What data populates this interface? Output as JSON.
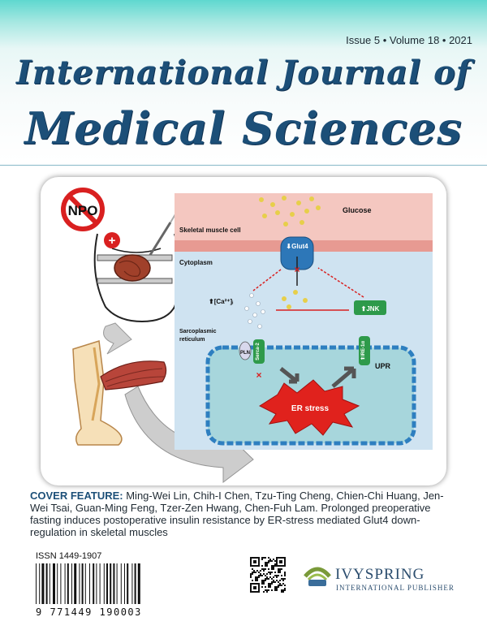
{
  "header": {
    "issue_info": "Issue 5 • Volume 18 • 2021",
    "title_line1": "International Journal of",
    "title_line2": "Medical Sciences"
  },
  "figure": {
    "npo_sign": "NPO",
    "glucose": "Glucose",
    "skeletal_muscle_cell": "Skeletal muscle cell",
    "glut4": "⬇Glut4",
    "cytoplasm": "Cytoplasm",
    "calcium": "⬆[Ca²⁺]ᵢ",
    "jnk": "⬆JNK",
    "sarcoplasmic": "Sarcoplasmic",
    "reticulum": "reticulum",
    "pln": "PLN",
    "serca": "Serca-2",
    "ire": "⬆IRE-1α",
    "upr": "UPR",
    "er_stress": "ER stress"
  },
  "cover_feature": {
    "label": "COVER FEATURE:",
    "text": " Ming-Wei Lin, Chih-I Chen, Tzu-Ting Cheng, Chien-Chi Huang, Jen-Wei Tsai, Guan-Ming Feng, Tzer-Zen Hwang, Chen-Fuh Lam. Prolonged preoperative fasting induces postoperative insulin resistance by ER-stress mediated Glut4 down-regulation in skeletal muscles"
  },
  "footer": {
    "issn": "ISSN 1449-1907",
    "barcode_number": "9 771449 190003",
    "publisher_name": "IVYSPRING",
    "publisher_sub": "INTERNATIONAL PUBLISHER"
  },
  "colors": {
    "title_blue": "#1c4f78",
    "teal_top": "#5fd8cf",
    "er_stress_red": "#e0221d",
    "membrane_red": "#d9534f"
  }
}
